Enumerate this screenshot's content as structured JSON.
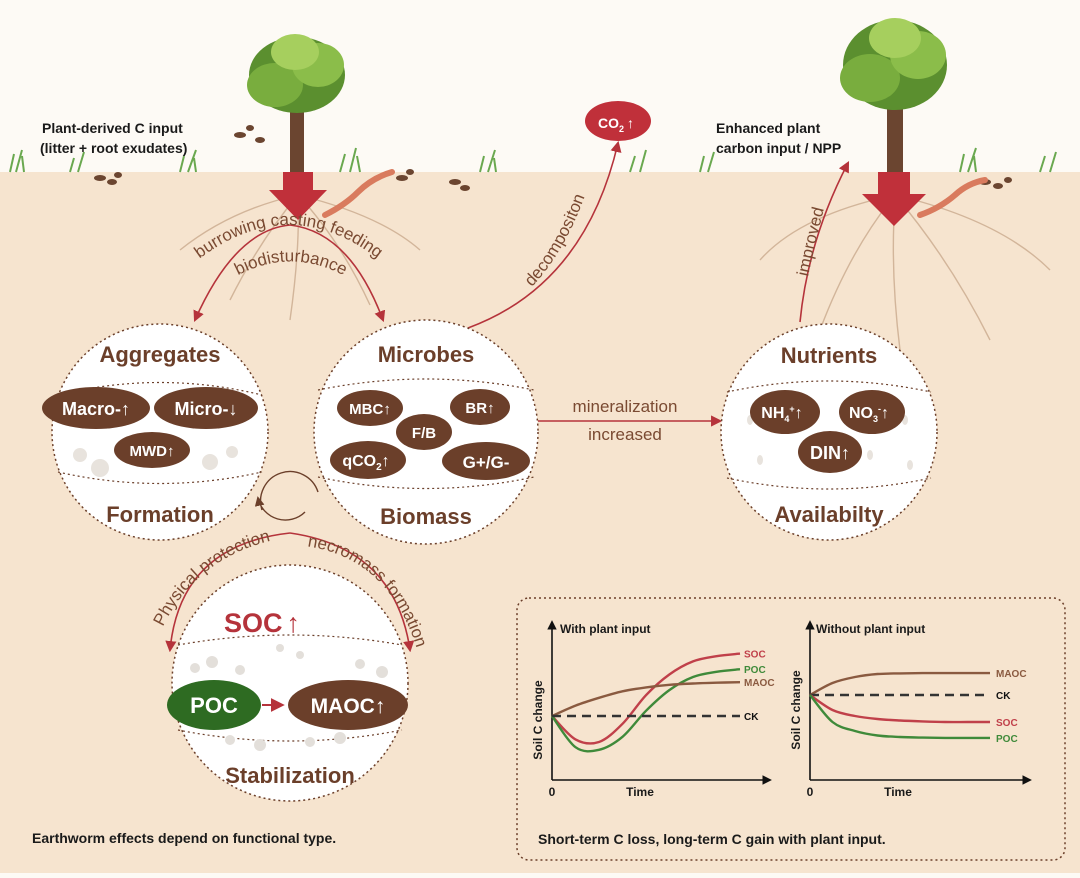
{
  "top": {
    "plant_input_line1": "Plant-derived C input",
    "plant_input_line2": "(litter + root exudates)",
    "enhanced_line1": "Enhanced plant",
    "enhanced_line2": "carbon input / NPP",
    "co2": "CO",
    "co2_sub": "2",
    "co2_arrow": "↑"
  },
  "arrows": {
    "burrowing": "burrowing casting feeding",
    "biodisturbance": "biodisturbance",
    "decomposition": "decompositon",
    "improved": "improved",
    "mineralization": "mineralization",
    "increased": "increased",
    "physical": "Physical protection",
    "necromass": "necromass formation"
  },
  "aggregates": {
    "title": "Aggregates",
    "footer": "Formation",
    "macro": "Macro-",
    "macro_arrow": "↑",
    "micro": "Micro-",
    "micro_arrow": "↓",
    "mwd": "MWD",
    "mwd_arrow": "↑"
  },
  "microbes": {
    "title": "Microbes",
    "footer": "Biomass",
    "mbc": "MBC",
    "mbc_arrow": "↑",
    "fb": "F/B",
    "br": "BR",
    "br_arrow": "↑",
    "qco2": "qCO",
    "qco2_sub": "2",
    "qco2_arrow": "↑",
    "gg": "G+/G-"
  },
  "nutrients": {
    "title": "Nutrients",
    "footer": "Availabilty",
    "nh4": "NH",
    "nh4_sub": "4",
    "nh4_sup": "+",
    "nh4_arrow": "↑",
    "no3": "NO",
    "no3_sub": "3",
    "no3_sup": "-",
    "no3_arrow": "↑",
    "din": "DIN",
    "din_arrow": "↑"
  },
  "stabilization": {
    "soc": "SOC",
    "soc_arrow": "↑",
    "poc": "POC",
    "maoc": "MAOC",
    "maoc_arrow": "↑",
    "footer": "Stabilization"
  },
  "footer_left": "Earthworm effects depend on functional type.",
  "inset": {
    "caption": "Short-term C loss, long-term C gain with plant input.",
    "ylabel": "Soil C change",
    "xlabel": "Time",
    "origin": "0",
    "panel1_title": "With plant input",
    "panel2_title": "Without plant input"
  },
  "chart_data": [
    {
      "type": "line",
      "title": "With plant input",
      "xlabel": "Time",
      "ylabel": "Soil C change",
      "series": [
        {
          "name": "SOC",
          "color": "#c0404a",
          "x": [
            0,
            1,
            2,
            3,
            4,
            5,
            6,
            7,
            8
          ],
          "y": [
            0,
            -0.9,
            -1.0,
            -0.3,
            0.8,
            1.6,
            2.1,
            2.3,
            2.4
          ]
        },
        {
          "name": "POC",
          "color": "#3f8a3a",
          "x": [
            0,
            1,
            2,
            3,
            4,
            5,
            6,
            7,
            8
          ],
          "y": [
            0,
            -1.2,
            -1.3,
            -0.8,
            0.2,
            1.0,
            1.5,
            1.7,
            1.8
          ]
        },
        {
          "name": "MAOC",
          "color": "#8a5a40",
          "x": [
            0,
            1,
            2,
            3,
            4,
            5,
            6,
            7,
            8
          ],
          "y": [
            0,
            0.4,
            0.7,
            0.95,
            1.1,
            1.2,
            1.25,
            1.28,
            1.3
          ]
        },
        {
          "name": "CK",
          "color": "#333333",
          "x": [
            0,
            8
          ],
          "y": [
            0,
            0
          ]
        }
      ]
    },
    {
      "type": "line",
      "title": "Without plant input",
      "xlabel": "Time",
      "ylabel": "Soil C change",
      "series": [
        {
          "name": "MAOC",
          "color": "#8a5a40",
          "x": [
            0,
            1,
            2,
            3,
            4,
            5,
            6,
            7,
            8
          ],
          "y": [
            0,
            0.4,
            0.6,
            0.7,
            0.72,
            0.73,
            0.73,
            0.73,
            0.73
          ]
        },
        {
          "name": "CK",
          "color": "#333333",
          "x": [
            0,
            8
          ],
          "y": [
            0,
            0
          ]
        },
        {
          "name": "SOC",
          "color": "#c0404a",
          "x": [
            0,
            1,
            2,
            3,
            4,
            5,
            6,
            7,
            8
          ],
          "y": [
            0,
            -0.5,
            -0.7,
            -0.8,
            -0.85,
            -0.88,
            -0.9,
            -0.9,
            -0.9
          ]
        },
        {
          "name": "POC",
          "color": "#3f8a3a",
          "x": [
            0,
            1,
            2,
            3,
            4,
            5,
            6,
            7,
            8
          ],
          "y": [
            0,
            -0.9,
            -1.2,
            -1.35,
            -1.4,
            -1.42,
            -1.43,
            -1.43,
            -1.43
          ]
        }
      ]
    }
  ],
  "colors": {
    "soil": "#f6e4cf",
    "sky": "#fdfaf5",
    "brown": "#6b3f2a",
    "red": "#b5333b",
    "green": "#2e6b22"
  }
}
